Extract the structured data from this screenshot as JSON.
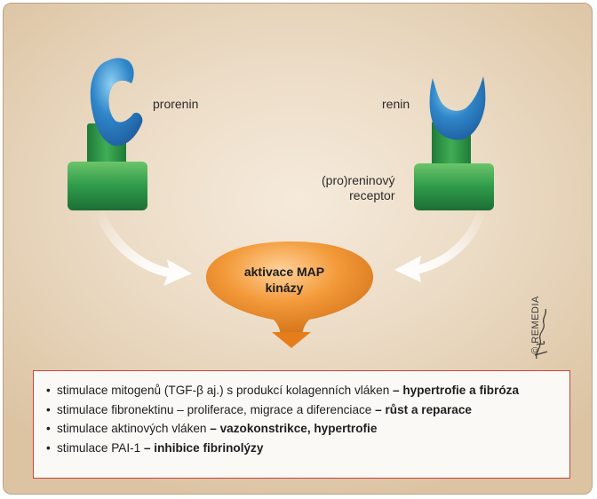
{
  "labels": {
    "prorenin": "prorenin",
    "renin": "renin",
    "receptor_line1": "(pro)reninový",
    "receptor_line2": "receptor",
    "center_line1": "aktivace MAP",
    "center_line2": "kinázy",
    "copyright": "© REMEDIA"
  },
  "colors": {
    "ligand_blue": "#2f86c9",
    "receptor_green": "#2e9b4a",
    "center_orange": "#ee8a2a",
    "box_border": "#c9453b"
  },
  "effects": [
    {
      "text": "stimulace mitogenů (TGF-β aj.) s produkcí kolagenních vláken ",
      "bold": "– hypertrofie a fibróza"
    },
    {
      "text": "stimulace fibronektinu – proliferace, migrace a diferenciace ",
      "bold": "– růst a reparace"
    },
    {
      "text": "stimulace aktinových vláken ",
      "bold": "– vazokonstrikce, hypertrofie"
    },
    {
      "text": "stimulace PAI-1 ",
      "bold": "– inhibice fibrinolýzy"
    }
  ]
}
